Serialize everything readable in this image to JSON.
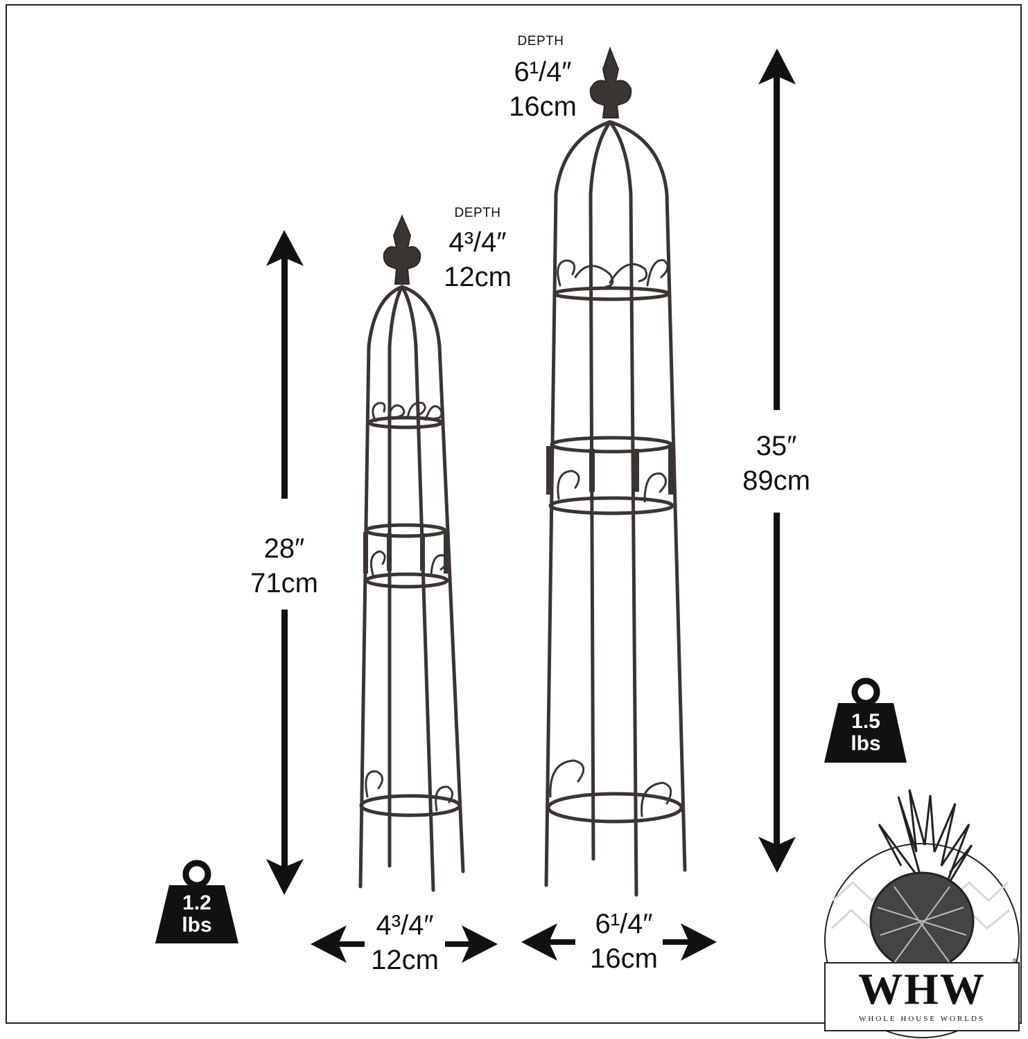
{
  "small_obelisk": {
    "depth_label": "DEPTH",
    "depth_in": "4³/4″",
    "depth_cm": "12cm",
    "height_in": "28″",
    "height_cm": "71cm",
    "width_in": "4³/4″",
    "width_cm": "12cm",
    "weight_value": "1.2",
    "weight_unit": "lbs"
  },
  "large_obelisk": {
    "depth_label": "DEPTH",
    "depth_in": "6¹/4″",
    "depth_cm": "16cm",
    "height_in": "35″",
    "height_cm": "89cm",
    "width_in": "6¹/4″",
    "width_cm": "16cm",
    "weight_value": "1.5",
    "weight_unit": "lbs"
  },
  "brand": {
    "monogram": "WHW",
    "name": "WHOLE HOUSE WORLDS",
    "registered_mark": "®"
  },
  "colors": {
    "ink": "#111111",
    "frame": "#3a3533",
    "background": "#ffffff"
  }
}
